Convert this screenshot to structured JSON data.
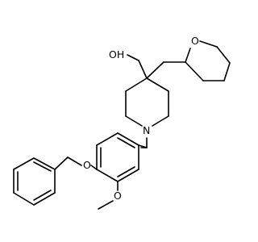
{
  "molecule": {
    "atoms": {
      "OH": "OH",
      "O_ring": "O",
      "N": "N",
      "O_methoxy": "O",
      "O_benzyloxy": "O"
    }
  }
}
